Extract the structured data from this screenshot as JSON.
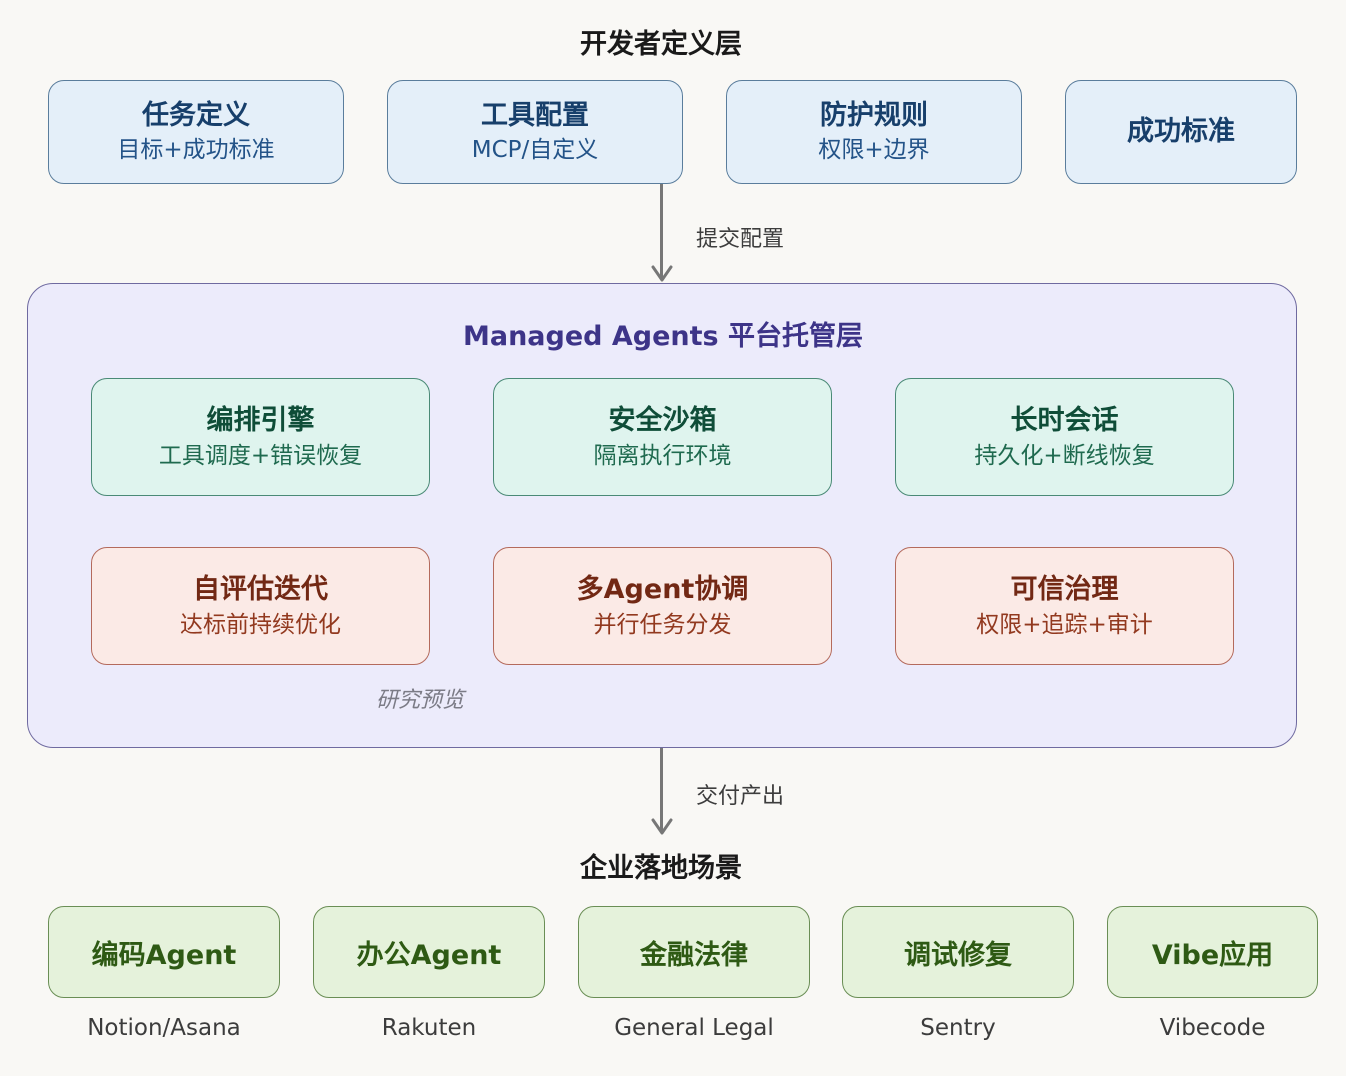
{
  "developer_layer": {
    "title": "开发者定义层",
    "boxes": [
      {
        "title": "任务定义",
        "subtitle": "目标+成功标准"
      },
      {
        "title": "工具配置",
        "subtitle": "MCP/自定义"
      },
      {
        "title": "防护规则",
        "subtitle": "权限+边界"
      },
      {
        "title": "成功标准",
        "subtitle": ""
      }
    ]
  },
  "arrows": {
    "submit_label": "提交配置",
    "deliver_label": "交付产出"
  },
  "platform_layer": {
    "title": "Managed Agents 平台托管层",
    "modules": [
      {
        "title": "编排引擎",
        "subtitle": "工具调度+错误恢复",
        "tone": "green"
      },
      {
        "title": "安全沙箱",
        "subtitle": "隔离执行环境",
        "tone": "green"
      },
      {
        "title": "长时会话",
        "subtitle": "持久化+断线恢复",
        "tone": "green"
      },
      {
        "title": "自评估迭代",
        "subtitle": "达标前持续优化",
        "tone": "red"
      },
      {
        "title": "多Agent协调",
        "subtitle": "并行任务分发",
        "tone": "red"
      },
      {
        "title": "可信治理",
        "subtitle": "权限+追踪+审计",
        "tone": "red"
      }
    ],
    "preview_note": "研究预览"
  },
  "enterprise_layer": {
    "title": "企业落地场景",
    "scenarios": [
      {
        "title": "编码Agent",
        "customer": "Notion/Asana"
      },
      {
        "title": "办公Agent",
        "customer": "Rakuten"
      },
      {
        "title": "金融法律",
        "customer": "General Legal"
      },
      {
        "title": "调试修复",
        "customer": "Sentry"
      },
      {
        "title": "Vibe应用",
        "customer": "Vibecode"
      }
    ]
  },
  "colors": {
    "developer_fill": "#e4eff9",
    "platform_fill": "#ecebfb",
    "core_module_fill": "#dff4ee",
    "advanced_module_fill": "#fbeae6",
    "scenario_fill": "#e5f2db"
  }
}
